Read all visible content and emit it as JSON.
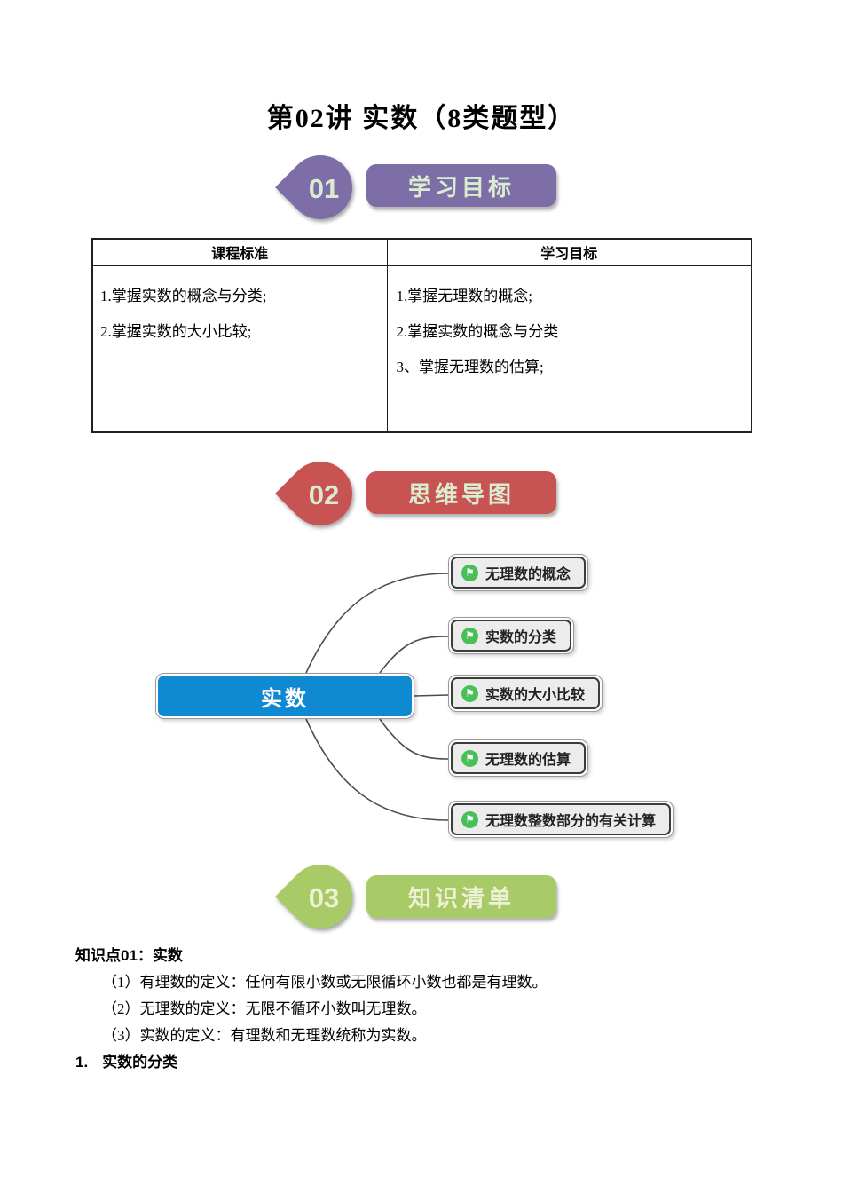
{
  "page": {
    "title": "第02讲 实数（8类题型）"
  },
  "sections": {
    "s1": {
      "number": "01",
      "label": "学习目标"
    },
    "s2": {
      "number": "02",
      "label": "思维导图"
    },
    "s3": {
      "number": "03",
      "label": "知识清单"
    }
  },
  "table": {
    "headers": [
      "课程标准",
      "学习目标"
    ],
    "col1": [
      "1.掌握实数的概念与分类;",
      "2.掌握实数的大小比较;"
    ],
    "col2": [
      "1.掌握无理数的概念;",
      "2.掌握实数的概念与分类",
      "3、掌握无理数的估算;"
    ]
  },
  "mindmap": {
    "root": "实数",
    "node_icon": "flag-icon",
    "nodes": [
      "无理数的概念",
      "实数的分类",
      "实数的大小比较",
      "无理数的估算",
      "无理数整数部分的有关计算"
    ]
  },
  "knowledge": {
    "heading": "知识点01：实数",
    "items": [
      "（1）有理数的定义：任何有限小数或无限循环小数也都是有理数。",
      "（2）无理数的定义：无限不循环小数叫无理数。",
      "（3）实数的定义：有理数和无理数统称为实数。"
    ],
    "sub_number": "1.",
    "sub_label": "实数的分类"
  },
  "colors": {
    "purple": "#7d6ea7",
    "red": "#c75452",
    "green": "#a8cb68",
    "blue_root": "#0f8ad2",
    "badge_text_green": "#d9ecd0",
    "badge_text_cream": "#eef0d8",
    "node_icon_green": "#47c057",
    "node_bg": "#ececec",
    "node_border": "#3b3b3b"
  }
}
